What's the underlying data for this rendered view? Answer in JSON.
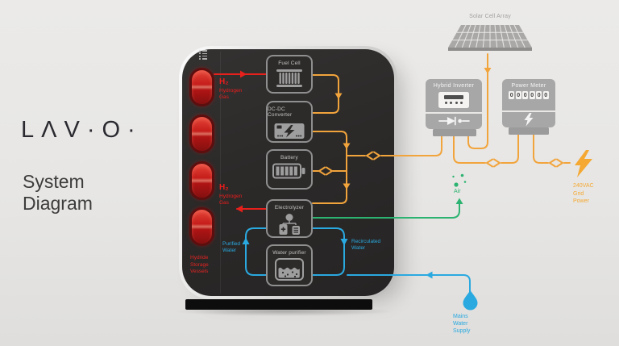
{
  "branding": {
    "logo": "LΛV·O·",
    "tagline": "System\nDiagram"
  },
  "device": {
    "hydride_label": "Hydride\nStorage\nVessels",
    "components": {
      "fuel_cell": "Fuel Cell",
      "dcdc": "DC-DC Converter",
      "battery": "Battery",
      "electrolyzer": "Electrolyzer",
      "water_purifier": "Water purifier"
    },
    "h2_top": {
      "symbol": "H₂",
      "label": "Hydrogen\nGas"
    },
    "h2_bottom": {
      "symbol": "H₂",
      "label": "Hydrogen\nGas"
    }
  },
  "flows": {
    "purified": "Purified\nWater",
    "recirculated": "Recirculated\nWater"
  },
  "external": {
    "solar": {
      "label": "Solar Cell Array"
    },
    "inverter": {
      "label": "Hybrid Inverter"
    },
    "power_meter": {
      "label": "Power Meter",
      "digits": [
        "0",
        "0",
        "0",
        "0",
        "0",
        "0"
      ]
    },
    "grid": {
      "label": "240VAC\nGrid\nPower"
    },
    "air": {
      "label": "Air"
    },
    "mains": {
      "label": "Mains\nWater\nSupply"
    }
  },
  "colors": {
    "red": "#ed1c1c",
    "orange": "#f2a43c",
    "green": "#2db371",
    "blue": "#2aa9e0",
    "device_face": "#2d2b2a"
  }
}
